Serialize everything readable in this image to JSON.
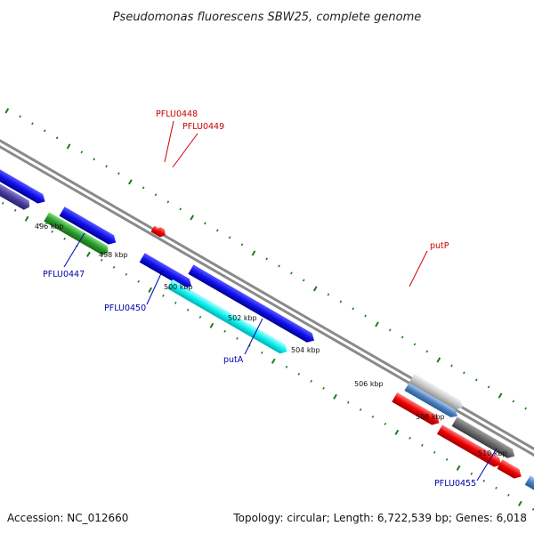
{
  "title": "Pseudomonas fluorescens SBW25, complete genome",
  "footer": {
    "accession": "Accession: NC_012660",
    "summary": "Topology: circular; Length: 6,722,539 bp; Genes: 6,018"
  },
  "colors": {
    "background": "#ffffff",
    "backbone": "#8a8a8a",
    "tick": "#1f7a1f",
    "label_red": "#cc0000",
    "label_blue": "#0000aa"
  },
  "ticks": [
    {
      "label": "496 kbp"
    },
    {
      "label": "498 kbp"
    },
    {
      "label": "500 kbp"
    },
    {
      "label": "502 kbp"
    },
    {
      "label": "504 kbp"
    },
    {
      "label": "506 kbp"
    },
    {
      "label": "508 kbp"
    },
    {
      "label": "510 kbp"
    }
  ],
  "gene_labels": [
    {
      "name": "PFLU0448",
      "color": "red"
    },
    {
      "name": "PFLU0449",
      "color": "red"
    },
    {
      "name": "PFLU0447",
      "color": "blue"
    },
    {
      "name": "PFLU0450",
      "color": "blue"
    },
    {
      "name": "putA",
      "color": "blue"
    },
    {
      "name": "putP",
      "color": "red"
    },
    {
      "name": "PFLU0455",
      "color": "blue"
    }
  ]
}
